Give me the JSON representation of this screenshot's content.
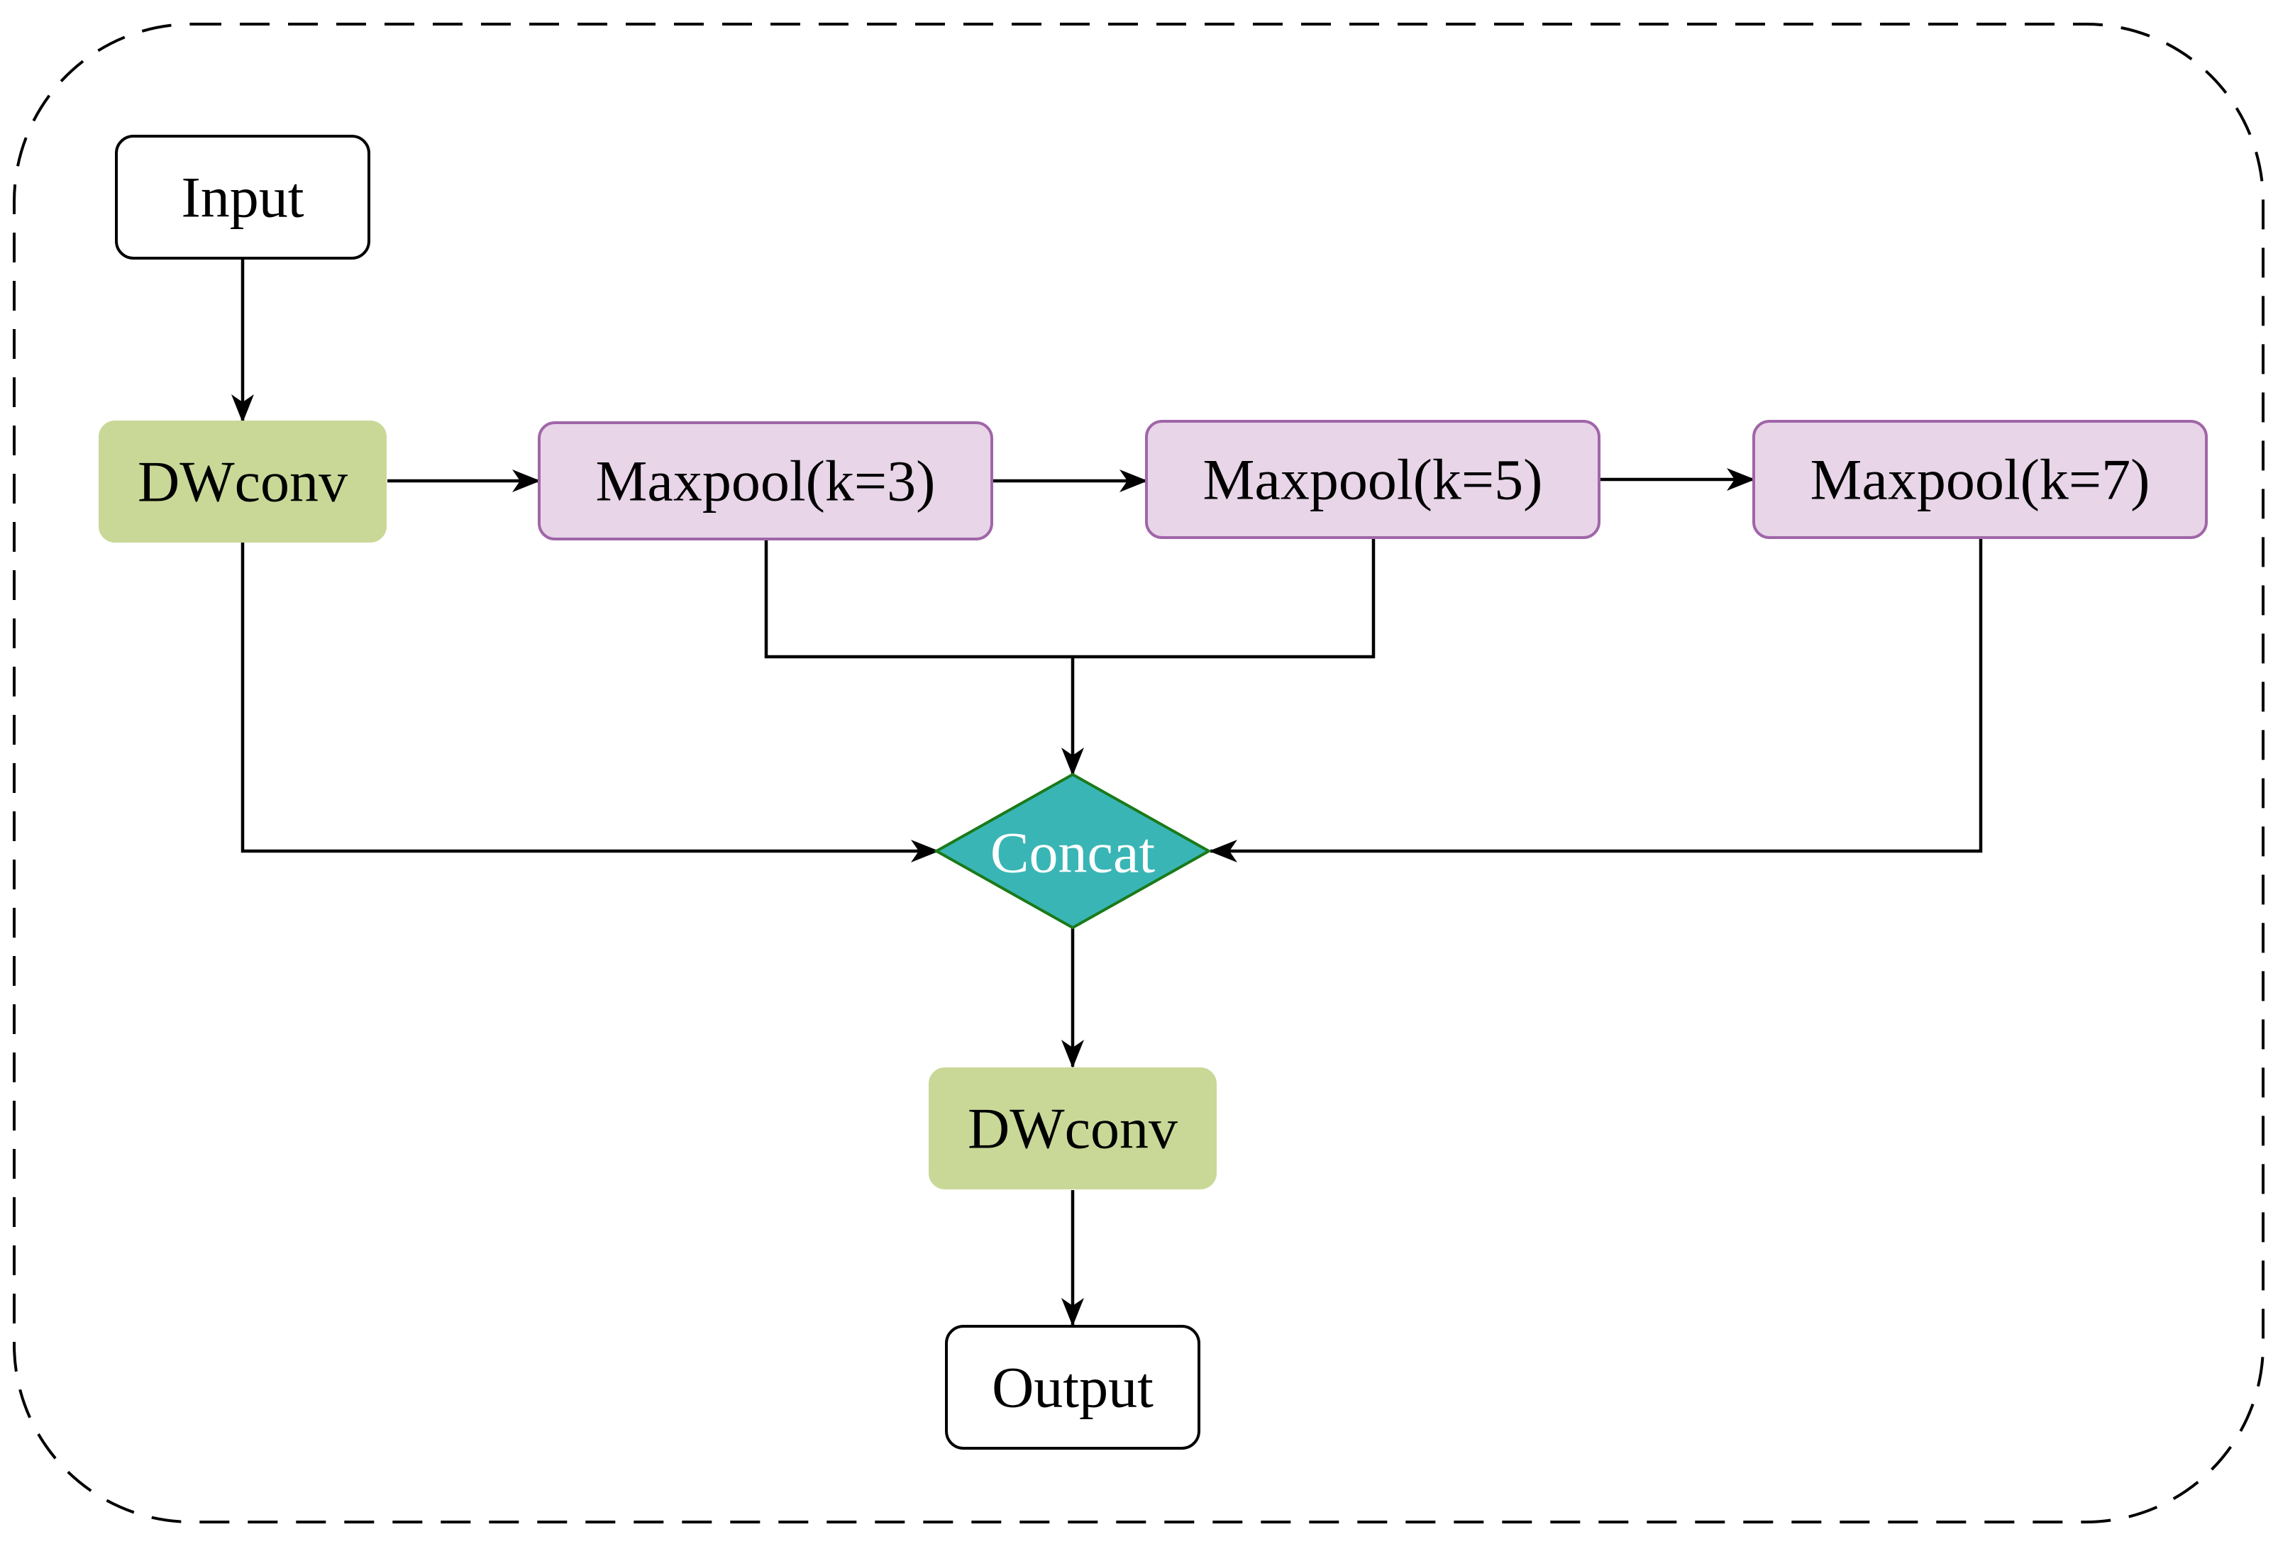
{
  "colors": {
    "background": "#ffffff",
    "container_border": "#000000",
    "input_output_fill": "#ffffff",
    "dwconv_fill": "#c9d897",
    "maxpool_fill": "#e8d5e8",
    "maxpool_border": "#a066a8",
    "concat_fill": "#3ab5b5",
    "concat_border": "#1a7a1a",
    "concat_text": "#ffffff",
    "edge": "#000000"
  },
  "nodes": {
    "input": {
      "label": "Input",
      "shape": "rounded-rect"
    },
    "dwconv_top": {
      "label": "DWconv",
      "shape": "rounded-rect"
    },
    "maxpool_3": {
      "label": "Maxpool(k=3)",
      "shape": "rounded-rect"
    },
    "maxpool_5": {
      "label": "Maxpool(k=5)",
      "shape": "rounded-rect"
    },
    "maxpool_7": {
      "label": "Maxpool(k=7)",
      "shape": "rounded-rect"
    },
    "concat": {
      "label": "Concat",
      "shape": "diamond"
    },
    "dwconv_bottom": {
      "label": "DWconv",
      "shape": "rounded-rect"
    },
    "output": {
      "label": "Output",
      "shape": "rounded-rect"
    }
  },
  "edges": [
    {
      "from": "input",
      "to": "dwconv_top"
    },
    {
      "from": "dwconv_top",
      "to": "maxpool_3"
    },
    {
      "from": "maxpool_3",
      "to": "maxpool_5"
    },
    {
      "from": "maxpool_5",
      "to": "maxpool_7"
    },
    {
      "from": "maxpool_3",
      "to": "concat"
    },
    {
      "from": "maxpool_5",
      "to": "concat"
    },
    {
      "from": "dwconv_top",
      "to": "concat"
    },
    {
      "from": "maxpool_7",
      "to": "concat"
    },
    {
      "from": "concat",
      "to": "dwconv_bottom"
    },
    {
      "from": "dwconv_bottom",
      "to": "output"
    }
  ]
}
